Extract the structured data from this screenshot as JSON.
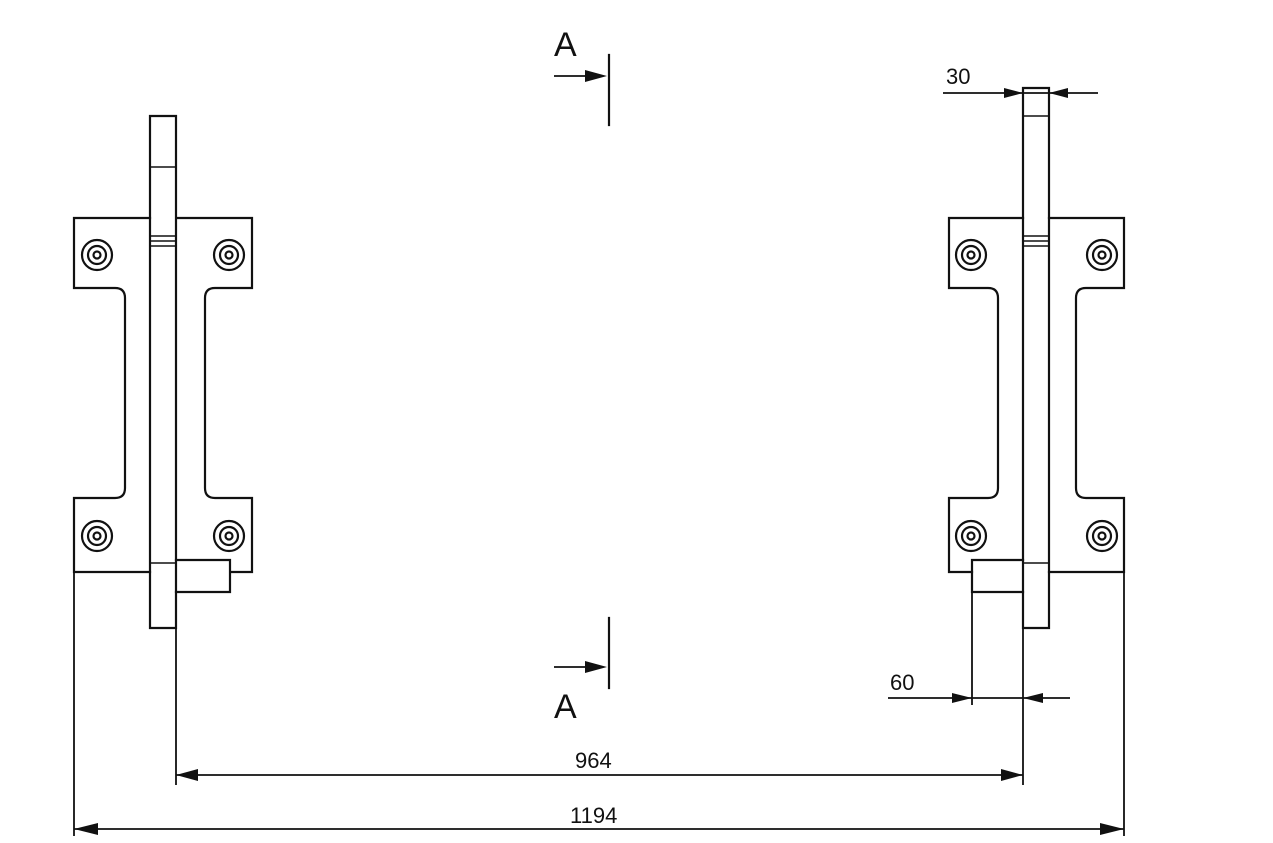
{
  "section": {
    "top_label": "A",
    "bottom_label": "A"
  },
  "dimensions": {
    "rail_width": "30",
    "stop_width": "60",
    "inner_span": "964",
    "outer_span": "1194"
  }
}
